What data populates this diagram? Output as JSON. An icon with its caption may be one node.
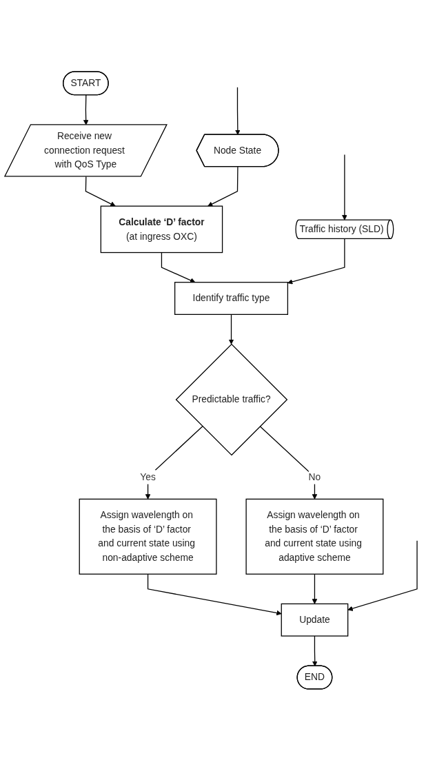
{
  "diagram": {
    "nodes": [
      {
        "text": [
          "START"
        ]
      },
      {
        "text": [
          "Receive new connection request with QoS Type"
        ]
      },
      {
        "text": [
          "Calculate ‘D’ factor",
          "(at ingress OXC)"
        ]
      },
      {
        "text": [
          "Node State"
        ]
      },
      {
        "text": [
          "Identify traffic type"
        ]
      },
      {
        "text": [
          "Traffic history (SLD)"
        ]
      },
      {
        "text": [
          "Predictable traffic?"
        ]
      },
      {
        "text": [
          "Assign wavelength on the basis of ‘D’ factor and current state using adaptive scheme"
        ]
      },
      {
        "text": [
          "Assign wavelength on the basis of ‘D’ factor and current state using non-adaptive scheme"
        ]
      },
      {
        "text": [
          "Update"
        ]
      },
      {
        "text": [
          "END"
        ]
      }
    ],
    "edges": [
      {
        "from": 0,
        "to": 1,
        "arrow": "to"
      },
      {
        "from": 1,
        "to": 2,
        "arrow": "to"
      },
      {
        "from": null,
        "to": 3,
        "arrow": "to"
      },
      {
        "from": 3,
        "to": 2,
        "arrow": "to"
      },
      {
        "from": 2,
        "to": 4,
        "arrow": "to"
      },
      {
        "from": null,
        "to": 5,
        "arrow": "to"
      },
      {
        "from": 5,
        "to": 4,
        "arrow": "to"
      },
      {
        "from": 4,
        "to": 6,
        "arrow": "to"
      },
      {
        "from": 6,
        "to": 7,
        "label": "No",
        "arrow": "to"
      },
      {
        "from": 6,
        "to": 8,
        "label": "Yes",
        "arrow": "to"
      },
      {
        "from": 8,
        "to": 9,
        "arrow": "to"
      },
      {
        "from": 7,
        "to": 9,
        "arrow": "to"
      },
      {
        "from": null,
        "to": 9,
        "arrow": "to"
      },
      {
        "from": 9,
        "to": 10,
        "arrow": "to"
      }
    ]
  }
}
